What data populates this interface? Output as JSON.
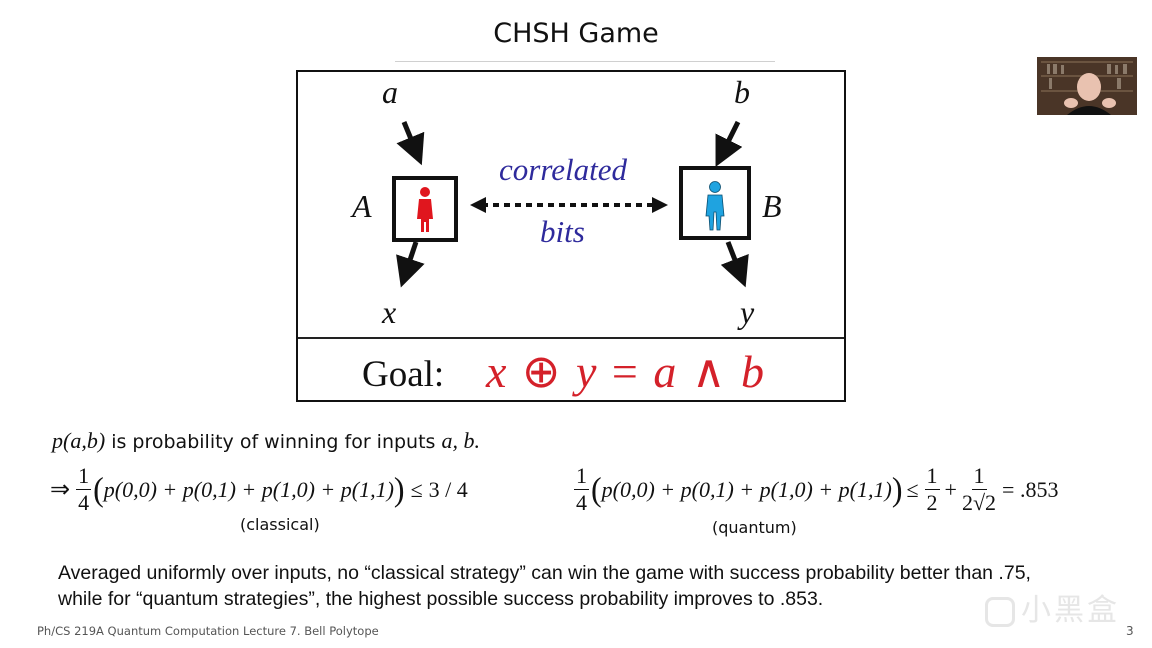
{
  "slide": {
    "title": "CHSH Game",
    "footer": "Ph/CS 219A Quantum Computation Lecture 7. Bell Polytope",
    "page_number": "3"
  },
  "diagram": {
    "input_a": "a",
    "input_b": "b",
    "player_a": "A",
    "player_b": "B",
    "output_x": "x",
    "output_y": "y",
    "link_label_top": "correlated",
    "link_label_bottom": "bits",
    "goal_label": "Goal:",
    "goal_x": "x",
    "goal_xor": "⊕",
    "goal_y": "y",
    "goal_eq": "=",
    "goal_a": "a",
    "goal_and": "∧",
    "goal_b": "b",
    "colors": {
      "player_a": "#e0161e",
      "player_b": "#1fa3e0",
      "link_text": "#2e2a9c",
      "goal": "#d4212a"
    }
  },
  "text": {
    "definition_math": "p(a,b)",
    "definition_text": " is probability of winning for inputs ",
    "definition_vars": "a, b.",
    "implies": "⇒",
    "frac_num": "1",
    "frac_den": "4",
    "sum_expr": "p(0,0) + p(0,1) + p(1,0) + p(1,1)",
    "leq": "≤",
    "classical_bound": "3 / 4",
    "classical_caption": "(classical)",
    "half_num": "1",
    "half_den": "2",
    "plus": "+",
    "root_num": "1",
    "root_den": "2√2",
    "quantum_value": "= .853",
    "quantum_caption": "(quantum)",
    "summary_line1": "Averaged uniformly over inputs, no “classical strategy” can win the game with success probability better than .75,",
    "summary_line2": "while for “quantum strategies”, the highest possible success probability improves to .853."
  },
  "watermark": "小黑盒"
}
